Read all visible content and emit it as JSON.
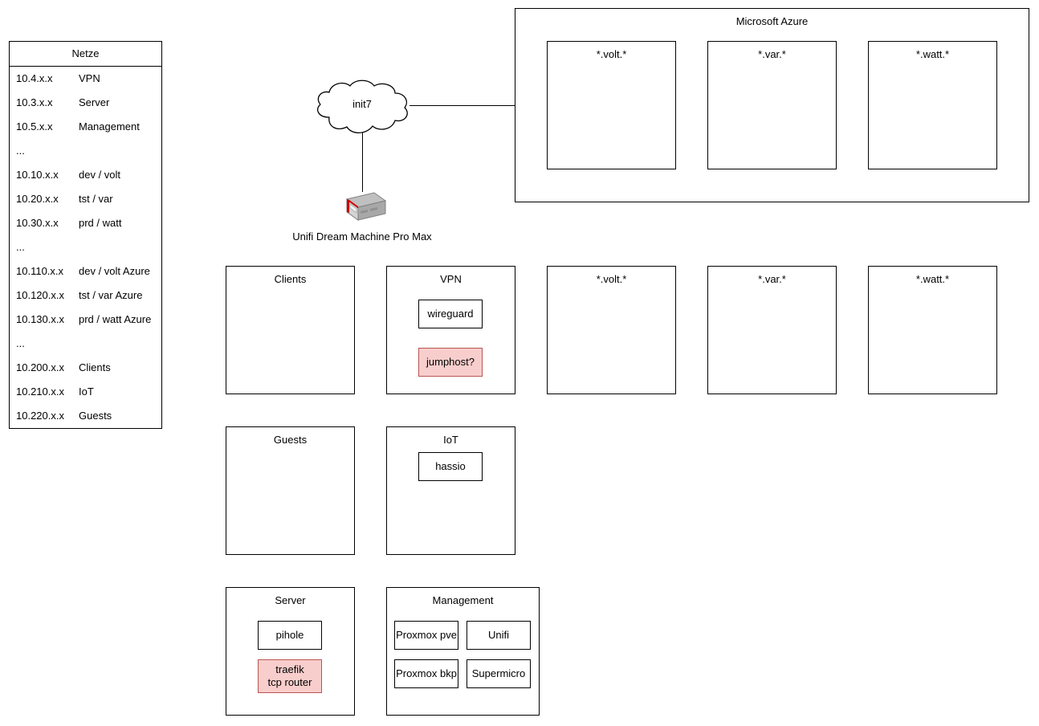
{
  "legend": {
    "title": "Netze",
    "rows": [
      {
        "cidr": "10.4.x.x",
        "role": "VPN"
      },
      {
        "cidr": "10.3.x.x",
        "role": "Server"
      },
      {
        "cidr": "10.5.x.x",
        "role": "Management"
      },
      {
        "cidr": "...",
        "role": ""
      },
      {
        "cidr": "10.10.x.x",
        "role": "dev / volt"
      },
      {
        "cidr": "10.20.x.x",
        "role": "tst / var"
      },
      {
        "cidr": "10.30.x.x",
        "role": "prd / watt"
      },
      {
        "cidr": "...",
        "role": ""
      },
      {
        "cidr": "10.110.x.x",
        "role": "dev / volt Azure"
      },
      {
        "cidr": "10.120.x.x",
        "role": "tst / var Azure"
      },
      {
        "cidr": "10.130.x.x",
        "role": "prd / watt Azure"
      },
      {
        "cidr": "...",
        "role": ""
      },
      {
        "cidr": "10.200.x.x",
        "role": "Clients"
      },
      {
        "cidr": "10.210.x.x",
        "role": "IoT"
      },
      {
        "cidr": "10.220.x.x",
        "role": "Guests"
      }
    ]
  },
  "cloud": {
    "label": "init7"
  },
  "router": {
    "caption": "Unifi Dream Machine Pro Max"
  },
  "azure": {
    "title": "Microsoft Azure",
    "zones": [
      {
        "label": "*.volt.*"
      },
      {
        "label": "*.var.*"
      },
      {
        "label": "*.watt.*"
      }
    ]
  },
  "vlans": {
    "clients": {
      "title": "Clients",
      "nodes": []
    },
    "vpn": {
      "title": "VPN",
      "nodes": [
        {
          "label": "wireguard",
          "style": "plain"
        },
        {
          "label": "jumphost?",
          "style": "pink"
        }
      ]
    },
    "volt": {
      "title": "*.volt.*",
      "nodes": []
    },
    "var": {
      "title": "*.var.*",
      "nodes": []
    },
    "watt": {
      "title": "*.watt.*",
      "nodes": []
    },
    "guests": {
      "title": "Guests",
      "nodes": []
    },
    "iot": {
      "title": "IoT",
      "nodes": [
        {
          "label": "hassio",
          "style": "plain"
        }
      ]
    },
    "server": {
      "title": "Server",
      "nodes": [
        {
          "label": "pihole",
          "style": "plain"
        },
        {
          "label_line1": "traefik",
          "label_line2": "tcp router",
          "style": "pink"
        }
      ]
    },
    "management": {
      "title": "Management",
      "nodes": [
        {
          "label": "Proxmox pve"
        },
        {
          "label": "Unifi"
        },
        {
          "label": "Proxmox bkp"
        },
        {
          "label": "Supermicro"
        }
      ]
    }
  },
  "colors": {
    "stroke": "#000000",
    "pink_fill": "#f8cecc",
    "pink_stroke": "#b85450",
    "router_body": "#b3b3b3",
    "router_accent": "#cc0000",
    "background": "#ffffff"
  }
}
